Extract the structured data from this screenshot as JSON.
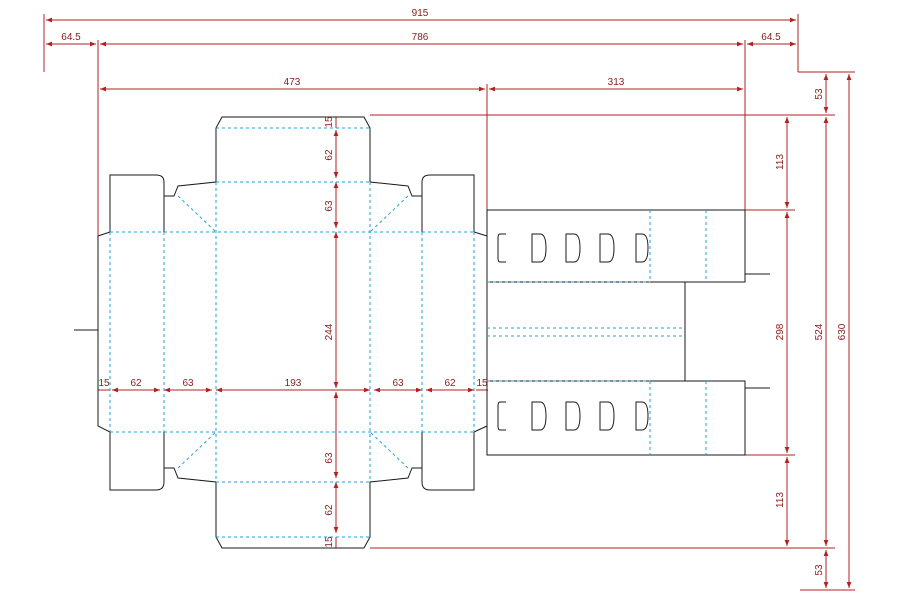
{
  "colors": {
    "dimension": "#b22222",
    "dimension_text": "#8b1a1a",
    "cut_line": "#1a1a1a",
    "fold_line": "#1fa0d8",
    "background": "#ffffff"
  },
  "dimensions": {
    "total_width": "915",
    "left_margin": "64.5",
    "inner_width": "786",
    "right_margin": "64.5",
    "box_length": "473",
    "tray_length": "313",
    "top_margin": "53",
    "top_flap": "113",
    "center_height": "298",
    "bottom_flap": "113",
    "bottom_margin": "53",
    "height_inner": "524",
    "height_total": "630",
    "v_glue_top": "15",
    "v_dust_top": "62",
    "v_side_top": "63",
    "v_body": "244",
    "v_side_bottom": "63",
    "v_dust_bottom": "62",
    "v_glue_bottom": "15",
    "h_glue_left": "15",
    "h_dust_left": "62",
    "h_side_left": "63",
    "h_panel": "193",
    "h_side_right": "63",
    "h_dust_right": "62",
    "h_glue_right": "15"
  }
}
